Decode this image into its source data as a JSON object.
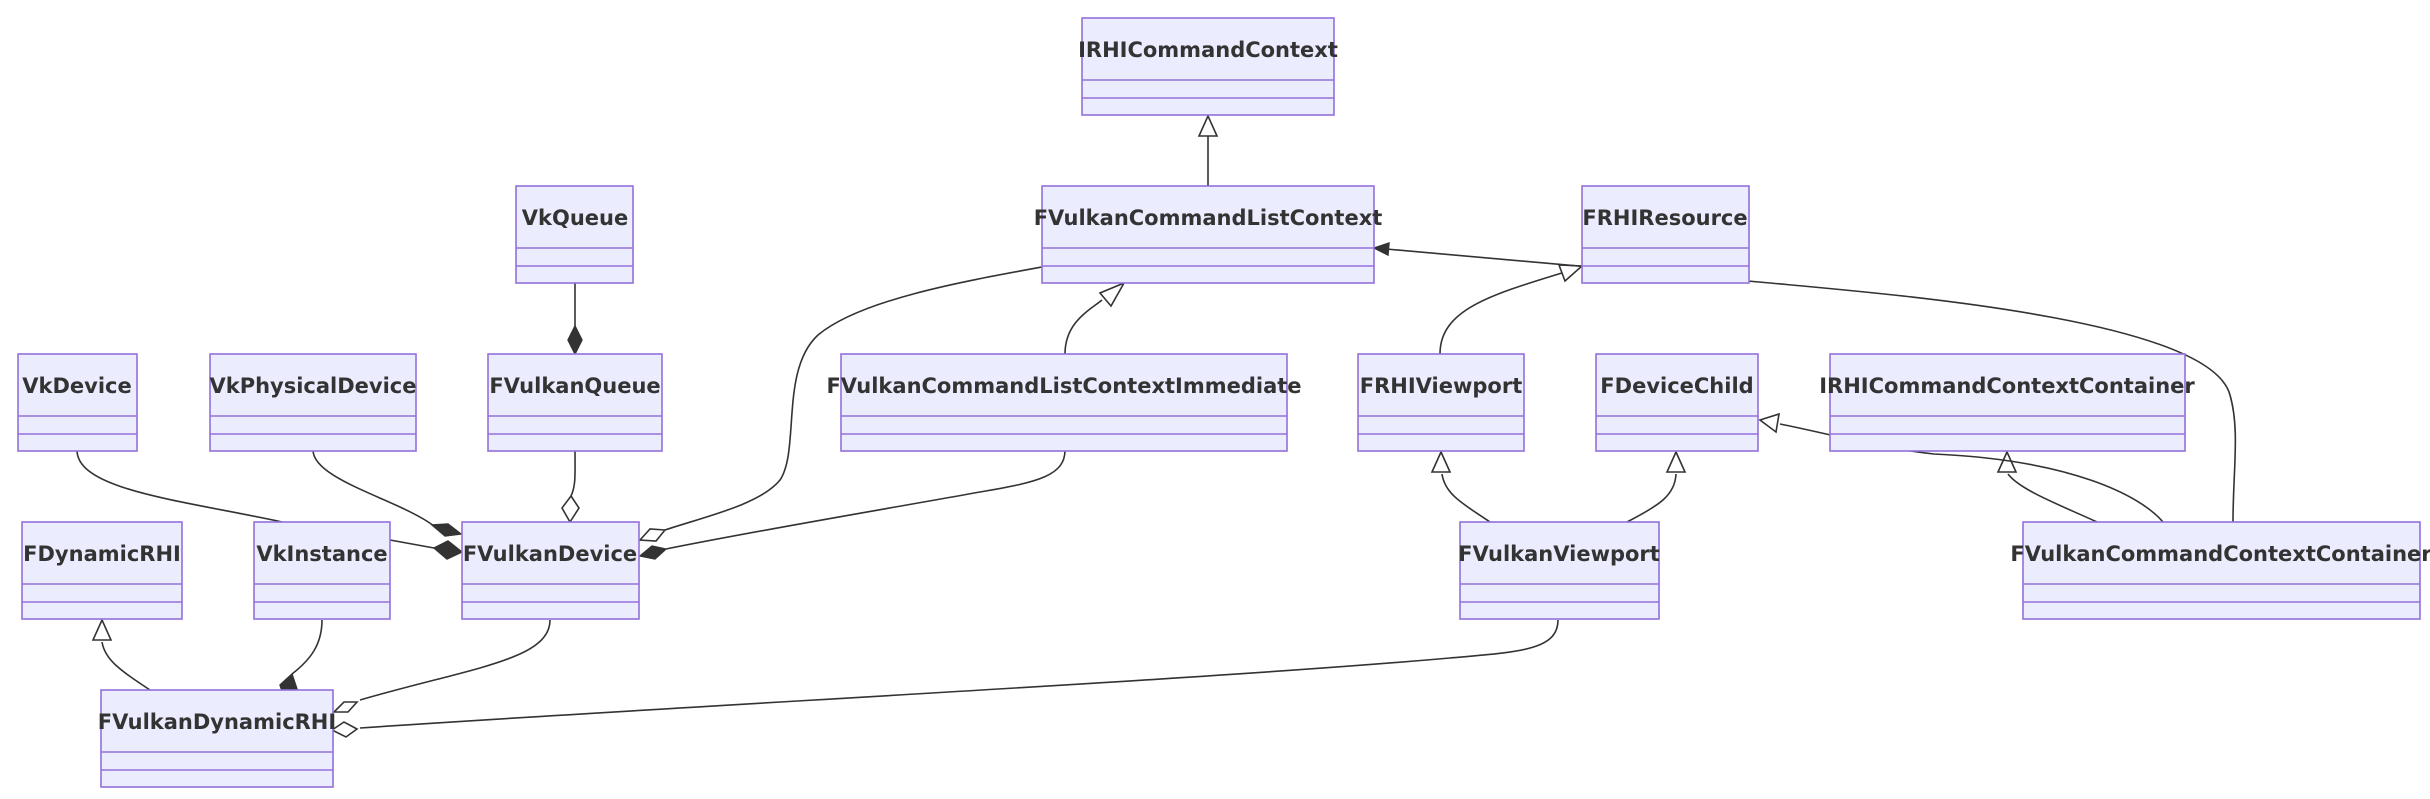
{
  "diagram": {
    "type": "class-diagram",
    "classes": {
      "IRHICommandContext": "IRHICommandContext",
      "FVulkanCommandListContext": "FVulkanCommandListContext",
      "FRHIResource": "FRHIResource",
      "VkQueue": "VkQueue",
      "VkDevice": "VkDevice",
      "VkPhysicalDevice": "VkPhysicalDevice",
      "FVulkanQueue": "FVulkanQueue",
      "FVulkanCommandListContextImmediate": "FVulkanCommandListContextImmediate",
      "FRHIViewport": "FRHIViewport",
      "FDeviceChild": "FDeviceChild",
      "IRHICommandContextContainer": "IRHICommandContextContainer",
      "FDynamicRHI": "FDynamicRHI",
      "VkInstance": "VkInstance",
      "FVulkanDevice": "FVulkanDevice",
      "FVulkanViewport": "FVulkanViewport",
      "FVulkanCommandContextContainer": "FVulkanCommandContextContainer",
      "FVulkanDynamicRHI": "FVulkanDynamicRHI"
    },
    "relations": [
      {
        "from": "FVulkanCommandListContext",
        "to": "IRHICommandContext",
        "kind": "inheritance"
      },
      {
        "from": "FVulkanQueue",
        "to": "VkQueue",
        "kind": "composition"
      },
      {
        "from": "FVulkanCommandListContextImmediate",
        "to": "FVulkanCommandListContext",
        "kind": "inheritance"
      },
      {
        "from": "FRHIViewport",
        "to": "FRHIResource",
        "kind": "inheritance"
      },
      {
        "from": "FVulkanCommandContextContainer",
        "to": "FVulkanCommandListContext",
        "kind": "association"
      },
      {
        "from": "FVulkanDevice",
        "to": "VkPhysicalDevice",
        "kind": "composition"
      },
      {
        "from": "FVulkanDevice",
        "to": "VkDevice",
        "kind": "composition"
      },
      {
        "from": "FVulkanDevice",
        "to": "FVulkanQueue",
        "kind": "aggregation"
      },
      {
        "from": "FVulkanDevice",
        "to": "FVulkanCommandListContext",
        "kind": "aggregation"
      },
      {
        "from": "FVulkanDevice",
        "to": "FVulkanCommandListContextImmediate",
        "kind": "composition"
      },
      {
        "from": "FVulkanViewport",
        "to": "FRHIViewport",
        "kind": "inheritance"
      },
      {
        "from": "FVulkanViewport",
        "to": "FDeviceChild",
        "kind": "inheritance"
      },
      {
        "from": "FVulkanCommandContextContainer",
        "to": "IRHICommandContextContainer",
        "kind": "inheritance"
      },
      {
        "from": "FVulkanCommandContextContainer",
        "to": "FDeviceChild",
        "kind": "inheritance"
      },
      {
        "from": "FVulkanDynamicRHI",
        "to": "FDynamicRHI",
        "kind": "inheritance"
      },
      {
        "from": "FVulkanDynamicRHI",
        "to": "VkInstance",
        "kind": "composition"
      },
      {
        "from": "FVulkanDynamicRHI",
        "to": "FVulkanDevice",
        "kind": "aggregation"
      },
      {
        "from": "FVulkanDynamicRHI",
        "to": "FVulkanViewport",
        "kind": "aggregation"
      }
    ],
    "colors": {
      "box_fill": "#ECECFF",
      "box_border": "#9370DB",
      "line": "#333333",
      "text": "#333333"
    }
  }
}
